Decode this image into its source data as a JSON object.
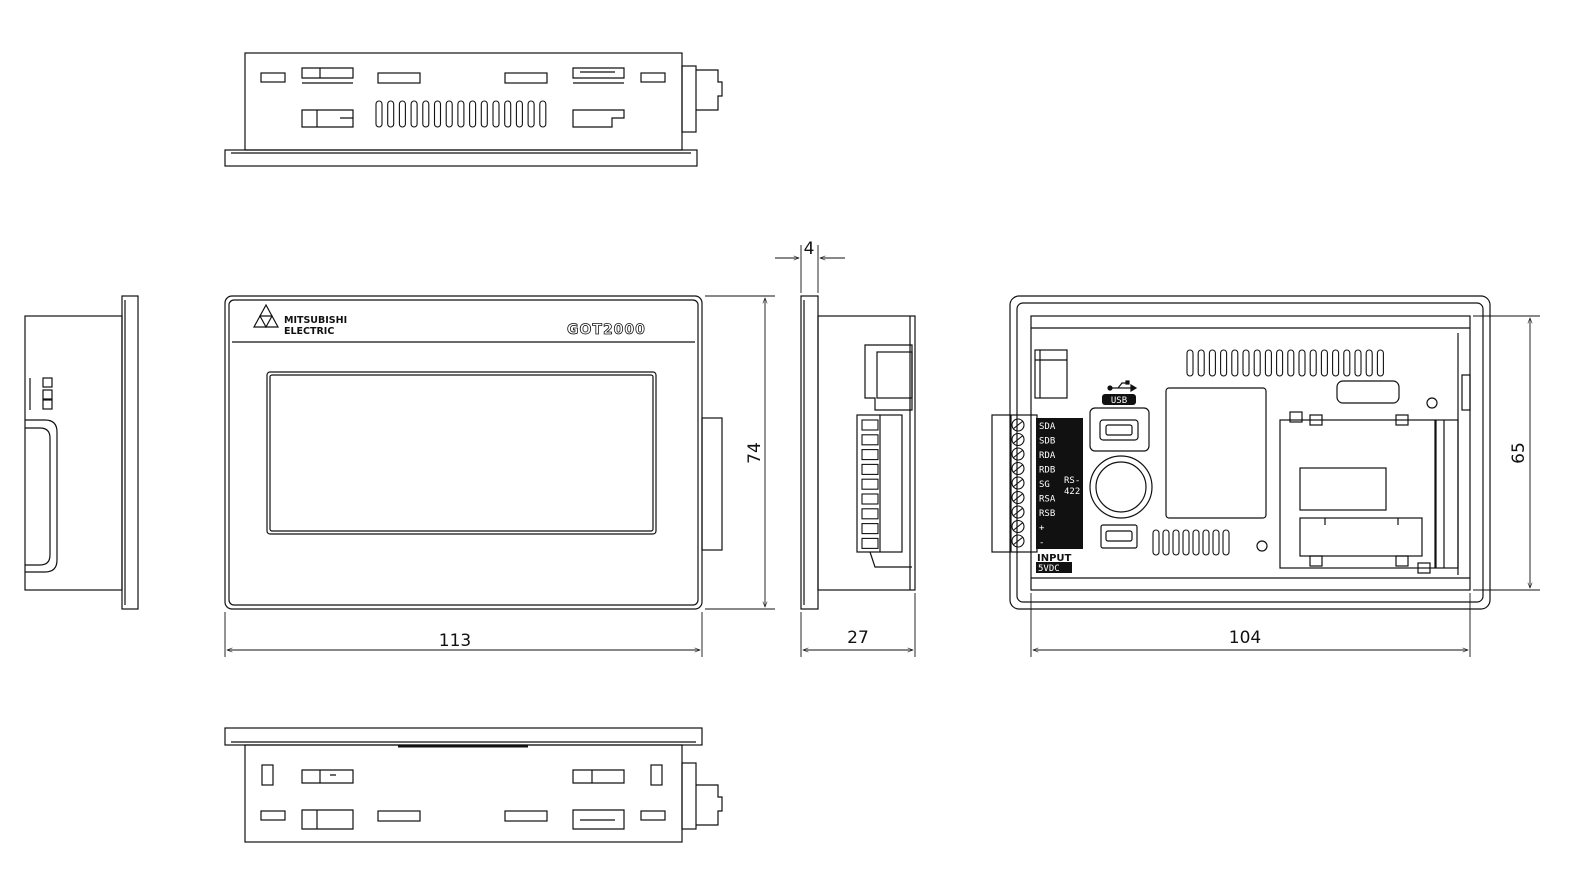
{
  "brand": {
    "logo_line1": "MITSUBISHI",
    "logo_line2": "ELECTRIC",
    "series": "GOT2000"
  },
  "dimensions": {
    "front_width": "113",
    "front_height": "74",
    "depth": "27",
    "bezel_thickness": "4",
    "cutout_width": "104",
    "cutout_height": "65"
  },
  "rear_panel": {
    "usb_label": "USB",
    "terminals": [
      "SDA",
      "SDB",
      "RDA",
      "RDB",
      "SG",
      "RSA",
      "RSB",
      "+",
      "-"
    ],
    "port_label_line1": "RS-",
    "port_label_line2": "422",
    "power_line1": "INPUT",
    "power_line2": "5VDC"
  }
}
